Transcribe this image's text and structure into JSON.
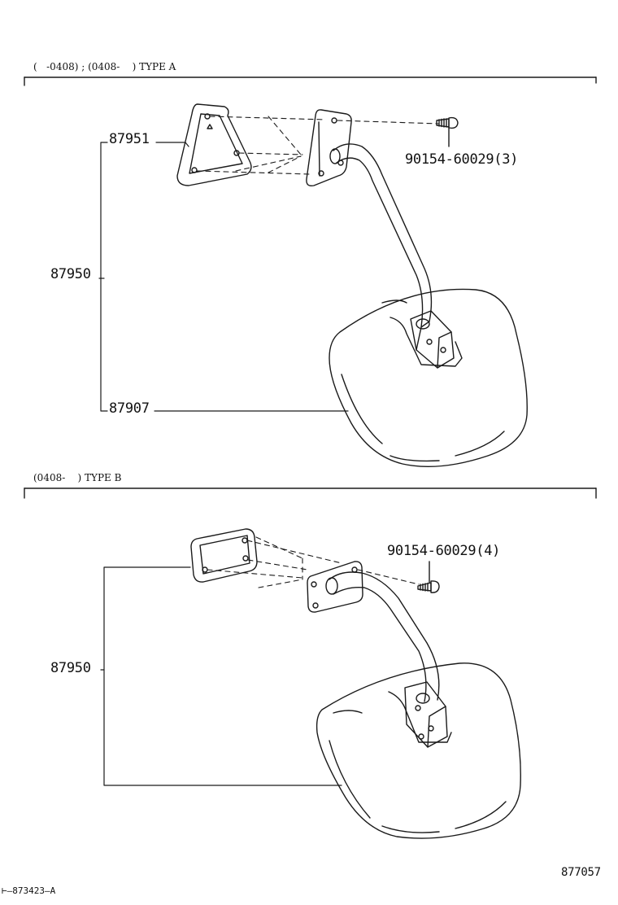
{
  "section_a": {
    "header": "(   -0408) ; (0408-    ) TYPE A",
    "labels": {
      "bracket_gasket": "87951",
      "mirror_assy": "87950",
      "mirror_outer": "87907",
      "screw": "90154-60029(3)"
    }
  },
  "section_b": {
    "header": "(0408-    ) TYPE B",
    "labels": {
      "mirror_assy": "87950",
      "screw": "90154-60029(4)"
    }
  },
  "footer": {
    "illustration_number": "877057",
    "reference": "⊢—873423—A"
  }
}
